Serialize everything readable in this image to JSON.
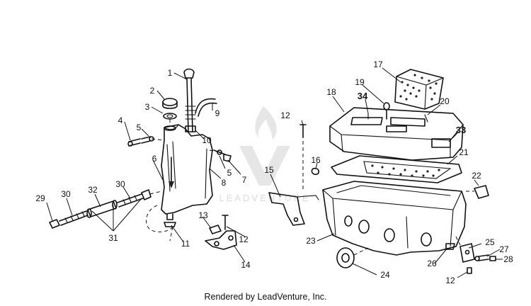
{
  "watermark": {
    "text": "LEADVENTURE",
    "logo_icon": "flame-v-logo-icon"
  },
  "footer": {
    "text": "Rendered by LeadVenture, Inc."
  },
  "callouts": [
    {
      "id": "c1",
      "label": "1"
    },
    {
      "id": "c2",
      "label": "2"
    },
    {
      "id": "c3",
      "label": "3"
    },
    {
      "id": "c4",
      "label": "4"
    },
    {
      "id": "c5a",
      "label": "5"
    },
    {
      "id": "c5b",
      "label": "5"
    },
    {
      "id": "c6",
      "label": "6"
    },
    {
      "id": "c7",
      "label": "7"
    },
    {
      "id": "c8",
      "label": "8"
    },
    {
      "id": "c9",
      "label": "9"
    },
    {
      "id": "c10",
      "label": "10"
    },
    {
      "id": "c11",
      "label": "11"
    },
    {
      "id": "c12a",
      "label": "12"
    },
    {
      "id": "c12b",
      "label": "12"
    },
    {
      "id": "c12c",
      "label": "12"
    },
    {
      "id": "c13",
      "label": "13"
    },
    {
      "id": "c14",
      "label": "14"
    },
    {
      "id": "c15",
      "label": "15"
    },
    {
      "id": "c16",
      "label": "16"
    },
    {
      "id": "c17",
      "label": "17"
    },
    {
      "id": "c18",
      "label": "18"
    },
    {
      "id": "c19",
      "label": "19"
    },
    {
      "id": "c20",
      "label": "20"
    },
    {
      "id": "c21",
      "label": "21"
    },
    {
      "id": "c22",
      "label": "22"
    },
    {
      "id": "c23",
      "label": "23"
    },
    {
      "id": "c24",
      "label": "24"
    },
    {
      "id": "c25",
      "label": "25"
    },
    {
      "id": "c26",
      "label": "26"
    },
    {
      "id": "c27",
      "label": "27"
    },
    {
      "id": "c28",
      "label": "28"
    },
    {
      "id": "c29",
      "label": "29"
    },
    {
      "id": "c30a",
      "label": "30"
    },
    {
      "id": "c30b",
      "label": "30"
    },
    {
      "id": "c31",
      "label": "31"
    },
    {
      "id": "c32",
      "label": "32"
    },
    {
      "id": "c33",
      "label": "33"
    },
    {
      "id": "c34",
      "label": "34"
    }
  ]
}
